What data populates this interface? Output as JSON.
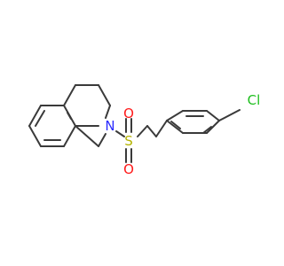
{
  "molecule": {
    "atoms": {
      "nitrogen": "N",
      "sulfur": "S",
      "oxygen_top": "O",
      "oxygen_bottom": "O",
      "chlorine": "Cl"
    },
    "colors": {
      "bond": "#3a3a3a",
      "nitrogen": "#2b2bff",
      "sulfur": "#b3b300",
      "oxygen": "#ff1a1a",
      "chlorine": "#1fbf1f"
    }
  }
}
